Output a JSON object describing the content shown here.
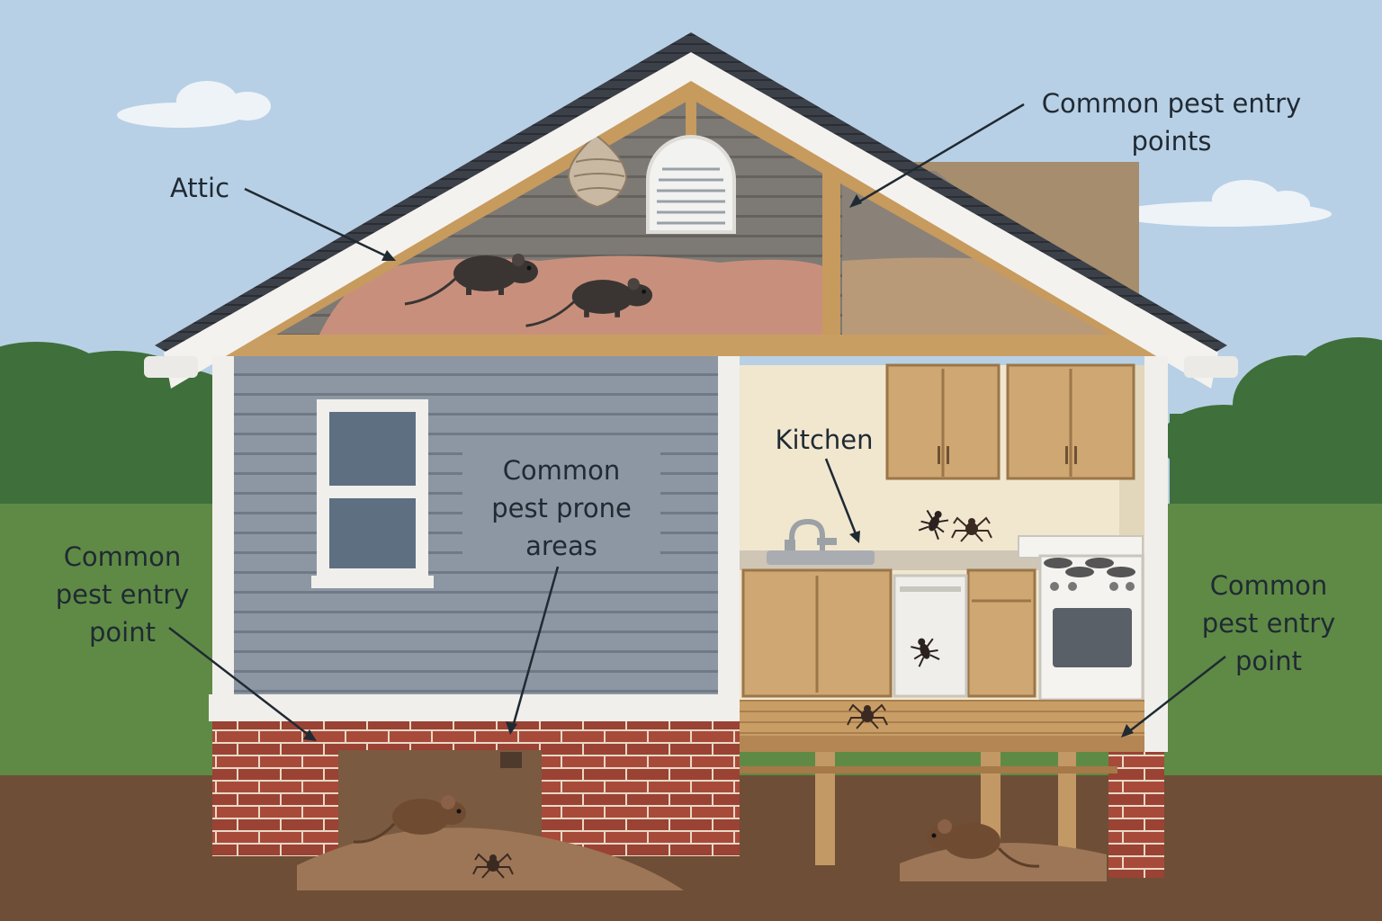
{
  "labels": {
    "attic": [
      "Attic"
    ],
    "entry_points_top": [
      "Common pest entry",
      "points"
    ],
    "kitchen": [
      "Kitchen"
    ],
    "prone_areas": [
      "Common",
      "pest prone",
      "areas"
    ],
    "entry_point_left": [
      "Common",
      "pest entry",
      "point"
    ],
    "entry_point_right": [
      "Common",
      "pest entry",
      "point"
    ]
  },
  "colors": {
    "sky": "#b8d0e6",
    "siding": "#8b96a2",
    "brick": "#a4493a",
    "soil": "#6e4e36",
    "cabinet": "#cfa772",
    "roof": "#3c4048",
    "rodent": "#3a3533",
    "text": "#1f2a33"
  }
}
